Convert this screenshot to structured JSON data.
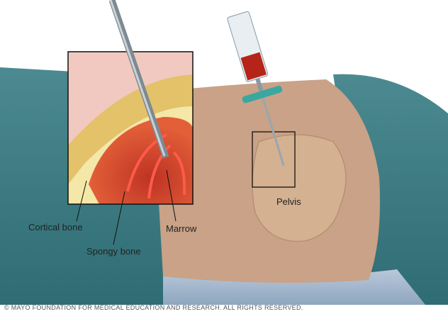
{
  "labels": {
    "cortical_bone": "Cortical bone",
    "spongy_bone": "Spongy bone",
    "marrow": "Marrow",
    "pelvis": "Pelvis"
  },
  "copyright": "© MAYO FOUNDATION FOR MEDICAL EDUCATION AND RESEARCH. ALL RIGHTS RESERVED.",
  "colors": {
    "drape": "#3f7f86",
    "skin": "#c9a287",
    "marrow_red": "#c8281c",
    "bone_yellow": "#f4e7a8",
    "syringe_handle": "#3aa7a0"
  }
}
